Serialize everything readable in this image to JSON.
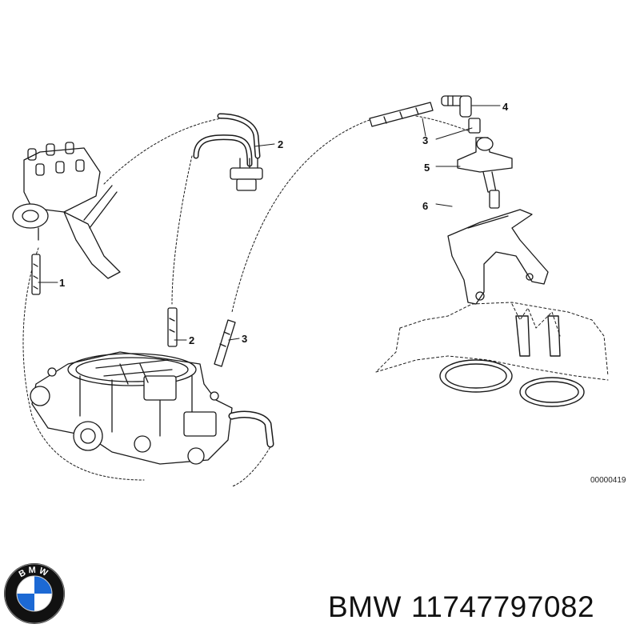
{
  "diagram": {
    "callouts": {
      "c1": "1",
      "c2a": "2",
      "c2b": "2",
      "c3a": "3",
      "c3b": "3",
      "c4": "4",
      "c5": "5",
      "c6": "6"
    },
    "drawing_id": "00000419"
  },
  "footer": {
    "brand": "BMW",
    "part_number": "11747797082",
    "logo_text": "BMW"
  },
  "colors": {
    "line": "#1a1a1a",
    "logo_blue": "#1c69d4",
    "logo_ring": "#111111"
  }
}
